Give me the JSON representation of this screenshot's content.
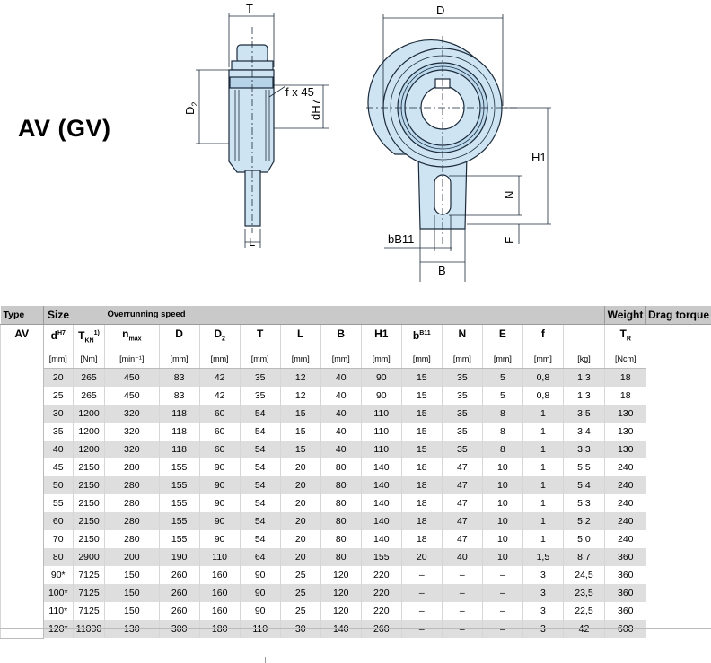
{
  "title": "AV (GV)",
  "drawing": {
    "labels": {
      "T": "T",
      "D": "D",
      "D2": "D",
      "D2_sub": "2",
      "fx45": "f x 45",
      "dH7": "dH7",
      "H1": "H1",
      "N": "N",
      "bB11": "bB11",
      "B": "B",
      "L": "L",
      "E": "E"
    },
    "colors": {
      "body": "#cfe4f2",
      "outline": "#1a2a3a"
    }
  },
  "table": {
    "header1": {
      "type": "Type",
      "size": "Size",
      "overrunning": "Overrunning speed",
      "weight": "Weight",
      "drag": "Drag torque"
    },
    "columns": [
      {
        "sym": "d",
        "sup": "H7",
        "sub": "",
        "unit": "[mm]"
      },
      {
        "sym": "T",
        "sup": "1)",
        "sub": "KN",
        "unit": "[Nm]"
      },
      {
        "sym": "n",
        "sup": "",
        "sub": "max",
        "unit": "[min⁻¹]"
      },
      {
        "sym": "D",
        "sup": "",
        "sub": "",
        "unit": "[mm]"
      },
      {
        "sym": "D",
        "sup": "",
        "sub": "2",
        "unit": "[mm]"
      },
      {
        "sym": "T",
        "sup": "",
        "sub": "",
        "unit": "[mm]"
      },
      {
        "sym": "L",
        "sup": "",
        "sub": "",
        "unit": "[mm]"
      },
      {
        "sym": "B",
        "sup": "",
        "sub": "",
        "unit": "[mm]"
      },
      {
        "sym": "H1",
        "sup": "",
        "sub": "",
        "unit": "[mm]"
      },
      {
        "sym": "b",
        "sup": "B11",
        "sub": "",
        "unit": "[mm]"
      },
      {
        "sym": "N",
        "sup": "",
        "sub": "",
        "unit": "[mm]"
      },
      {
        "sym": "E",
        "sup": "",
        "sub": "",
        "unit": "[mm]"
      },
      {
        "sym": "f",
        "sup": "",
        "sub": "",
        "unit": "[mm]"
      },
      {
        "sym": "",
        "sup": "",
        "sub": "",
        "unit": "[kg]"
      },
      {
        "sym": "T",
        "sup": "",
        "sub": "R",
        "unit": "[Ncm]"
      }
    ],
    "type_value": "AV",
    "rows": [
      [
        "20",
        "265",
        "450",
        "83",
        "42",
        "35",
        "12",
        "40",
        "90",
        "15",
        "35",
        "5",
        "0,8",
        "1,3",
        "18"
      ],
      [
        "25",
        "265",
        "450",
        "83",
        "42",
        "35",
        "12",
        "40",
        "90",
        "15",
        "35",
        "5",
        "0,8",
        "1,3",
        "18"
      ],
      [
        "30",
        "1200",
        "320",
        "118",
        "60",
        "54",
        "15",
        "40",
        "110",
        "15",
        "35",
        "8",
        "1",
        "3,5",
        "130"
      ],
      [
        "35",
        "1200",
        "320",
        "118",
        "60",
        "54",
        "15",
        "40",
        "110",
        "15",
        "35",
        "8",
        "1",
        "3,4",
        "130"
      ],
      [
        "40",
        "1200",
        "320",
        "118",
        "60",
        "54",
        "15",
        "40",
        "110",
        "15",
        "35",
        "8",
        "1",
        "3,3",
        "130"
      ],
      [
        "45",
        "2150",
        "280",
        "155",
        "90",
        "54",
        "20",
        "80",
        "140",
        "18",
        "47",
        "10",
        "1",
        "5,5",
        "240"
      ],
      [
        "50",
        "2150",
        "280",
        "155",
        "90",
        "54",
        "20",
        "80",
        "140",
        "18",
        "47",
        "10",
        "1",
        "5,4",
        "240"
      ],
      [
        "55",
        "2150",
        "280",
        "155",
        "90",
        "54",
        "20",
        "80",
        "140",
        "18",
        "47",
        "10",
        "1",
        "5,3",
        "240"
      ],
      [
        "60",
        "2150",
        "280",
        "155",
        "90",
        "54",
        "20",
        "80",
        "140",
        "18",
        "47",
        "10",
        "1",
        "5,2",
        "240"
      ],
      [
        "70",
        "2150",
        "280",
        "155",
        "90",
        "54",
        "20",
        "80",
        "140",
        "18",
        "47",
        "10",
        "1",
        "5,0",
        "240"
      ],
      [
        "80",
        "2900",
        "200",
        "190",
        "110",
        "64",
        "20",
        "80",
        "155",
        "20",
        "40",
        "10",
        "1,5",
        "8,7",
        "360"
      ],
      [
        "90*",
        "7125",
        "150",
        "260",
        "160",
        "90",
        "25",
        "120",
        "220",
        "–",
        "–",
        "–",
        "3",
        "24,5",
        "360"
      ],
      [
        "100*",
        "7125",
        "150",
        "260",
        "160",
        "90",
        "25",
        "120",
        "220",
        "–",
        "–",
        "–",
        "3",
        "23,5",
        "360"
      ],
      [
        "110*",
        "7125",
        "150",
        "260",
        "160",
        "90",
        "25",
        "120",
        "220",
        "–",
        "–",
        "–",
        "3",
        "22,5",
        "360"
      ],
      [
        "120*",
        "11000",
        "130",
        "300",
        "180",
        "110",
        "30",
        "140",
        "260",
        "–",
        "–",
        "–",
        "3",
        "42",
        "600"
      ]
    ]
  }
}
